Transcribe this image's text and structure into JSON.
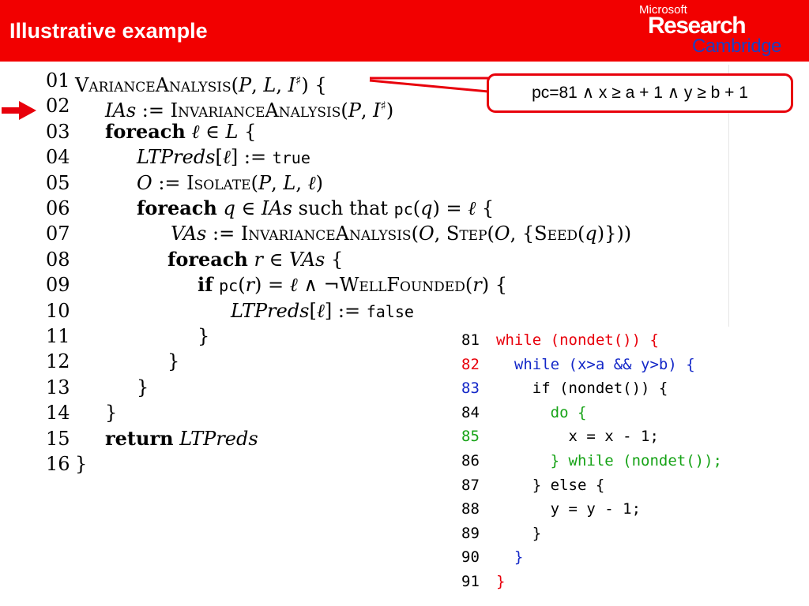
{
  "slide": {
    "title": "Illustrative example",
    "logo": {
      "microsoft": "Microsoft",
      "research": "Research",
      "cambridge": "Cambridge"
    }
  },
  "colors": {
    "header": "#f20000",
    "logo_blue": "#1e3fbf",
    "red": "#e8000b",
    "blue": "#1428c8",
    "green": "#17a317"
  },
  "algorithm": {
    "lines": [
      {
        "num": "01",
        "parts": [
          [
            "sc",
            "VarianceAnalysis"
          ],
          [
            "t",
            "("
          ],
          [
            "it",
            "P"
          ],
          [
            "t",
            ", "
          ],
          [
            "it",
            "L"
          ],
          [
            "t",
            ", "
          ],
          [
            "it",
            "I"
          ],
          [
            "sup",
            "♯"
          ],
          [
            "t",
            ") {"
          ]
        ]
      },
      {
        "num": "02",
        "parts": [
          [
            "it",
            "IAs"
          ],
          [
            "t",
            " := "
          ],
          [
            "sc",
            "InvarianceAnalysis"
          ],
          [
            "t",
            "("
          ],
          [
            "it",
            "P"
          ],
          [
            "t",
            ", "
          ],
          [
            "it",
            "I"
          ],
          [
            "sup",
            "♯"
          ],
          [
            "t",
            ")"
          ]
        ]
      },
      {
        "num": "03",
        "parts": [
          [
            "kw",
            "foreach"
          ],
          [
            "t",
            " "
          ],
          [
            "it",
            "ℓ"
          ],
          [
            "t",
            " ∈ "
          ],
          [
            "it",
            "L"
          ],
          [
            "t",
            " {"
          ]
        ]
      },
      {
        "num": "04",
        "parts": [
          [
            "it",
            "LTPreds"
          ],
          [
            "t",
            "["
          ],
          [
            "it",
            "ℓ"
          ],
          [
            "t",
            "] := "
          ],
          [
            "tt",
            "true"
          ]
        ]
      },
      {
        "num": "05",
        "parts": [
          [
            "it",
            "O"
          ],
          [
            "t",
            " := "
          ],
          [
            "sc",
            "Isolate"
          ],
          [
            "t",
            "("
          ],
          [
            "it",
            "P"
          ],
          [
            "t",
            ", "
          ],
          [
            "it",
            "L"
          ],
          [
            "t",
            ", "
          ],
          [
            "it",
            "ℓ"
          ],
          [
            "t",
            ")"
          ]
        ]
      },
      {
        "num": "06",
        "parts": [
          [
            "kw",
            "foreach"
          ],
          [
            "t",
            " "
          ],
          [
            "it",
            "q"
          ],
          [
            "t",
            " ∈ "
          ],
          [
            "it",
            "IAs"
          ],
          [
            "t",
            " such that "
          ],
          [
            "tt",
            "pc"
          ],
          [
            "t",
            "("
          ],
          [
            "it",
            "q"
          ],
          [
            "t",
            ") = "
          ],
          [
            "it",
            "ℓ"
          ],
          [
            "t",
            " {"
          ]
        ]
      },
      {
        "num": "07",
        "parts": [
          [
            "it",
            "VAs"
          ],
          [
            "t",
            " := "
          ],
          [
            "sc",
            "InvarianceAnalysis"
          ],
          [
            "t",
            "("
          ],
          [
            "it",
            "O"
          ],
          [
            "t",
            ", "
          ],
          [
            "sc",
            "Step"
          ],
          [
            "t",
            "("
          ],
          [
            "it",
            "O"
          ],
          [
            "t",
            ", {"
          ],
          [
            "sc",
            "Seed"
          ],
          [
            "t",
            "("
          ],
          [
            "it",
            "q"
          ],
          [
            "t",
            ")}))"
          ]
        ]
      },
      {
        "num": "08",
        "parts": [
          [
            "kw",
            "foreach"
          ],
          [
            "t",
            " "
          ],
          [
            "it",
            "r"
          ],
          [
            "t",
            " ∈ "
          ],
          [
            "it",
            "VAs"
          ],
          [
            "t",
            " {"
          ]
        ]
      },
      {
        "num": "09",
        "parts": [
          [
            "kw",
            "if"
          ],
          [
            "t",
            " "
          ],
          [
            "tt",
            "pc"
          ],
          [
            "t",
            "("
          ],
          [
            "it",
            "r"
          ],
          [
            "t",
            ") = "
          ],
          [
            "it",
            "ℓ"
          ],
          [
            "t",
            " ∧ ¬"
          ],
          [
            "sc",
            "WellFounded"
          ],
          [
            "t",
            "("
          ],
          [
            "it",
            "r"
          ],
          [
            "t",
            ") {"
          ]
        ]
      },
      {
        "num": "10",
        "parts": [
          [
            "it",
            "LTPreds"
          ],
          [
            "t",
            "["
          ],
          [
            "it",
            "ℓ"
          ],
          [
            "t",
            "] := "
          ],
          [
            "tt",
            "false"
          ]
        ]
      },
      {
        "num": "11",
        "parts": [
          [
            "t",
            "}"
          ]
        ]
      },
      {
        "num": "12",
        "parts": [
          [
            "t",
            "}"
          ]
        ]
      },
      {
        "num": "13",
        "parts": [
          [
            "t",
            "}"
          ]
        ]
      },
      {
        "num": "14",
        "parts": [
          [
            "t",
            "}"
          ]
        ]
      },
      {
        "num": "15",
        "parts": [
          [
            "kw",
            "return"
          ],
          [
            "t",
            " "
          ],
          [
            "it",
            "LTPreds"
          ]
        ]
      },
      {
        "num": "16",
        "parts": [
          [
            "t",
            "}"
          ]
        ]
      }
    ]
  },
  "callout": {
    "text": "pc=81 ∧ x ≥ a + 1 ∧ y ≥ b + 1"
  },
  "loop_code": {
    "lines": [
      {
        "num": "81",
        "num_color": "black",
        "text": "while (nondet()) {",
        "color": "red"
      },
      {
        "num": "82",
        "num_color": "red",
        "text": "  while (x>a && y>b) {",
        "color": "blue"
      },
      {
        "num": "83",
        "num_color": "blue",
        "text": "    if (nondet()) {",
        "color": "black"
      },
      {
        "num": "84",
        "num_color": "black",
        "text": "      do {",
        "color": "green"
      },
      {
        "num": "85",
        "num_color": "green",
        "text": "        x = x - 1;",
        "color": "black"
      },
      {
        "num": "86",
        "num_color": "black",
        "text": "      } while (nondet());",
        "color": "green"
      },
      {
        "num": "87",
        "num_color": "black",
        "text": "    } else {",
        "color": "black"
      },
      {
        "num": "88",
        "num_color": "black",
        "text": "      y = y - 1;",
        "color": "black"
      },
      {
        "num": "89",
        "num_color": "black",
        "text": "    }",
        "color": "black"
      },
      {
        "num": "90",
        "num_color": "black",
        "text": "  }",
        "color": "blue"
      },
      {
        "num": "91",
        "num_color": "black",
        "text": "}",
        "color": "red"
      }
    ]
  }
}
